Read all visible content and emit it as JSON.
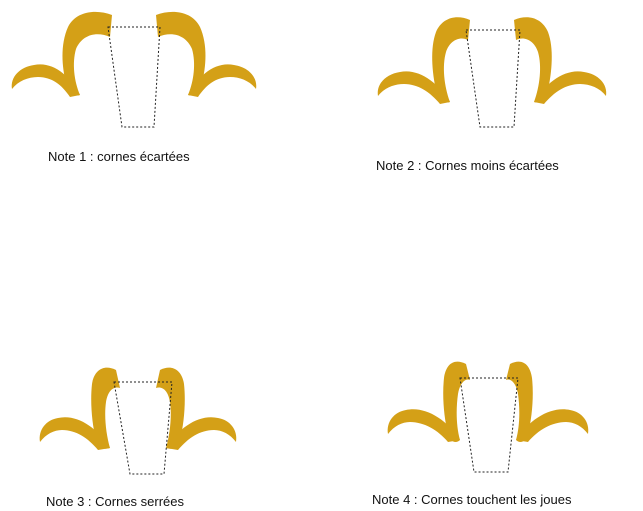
{
  "colors": {
    "horn": "#d4a017",
    "face_outline": "#222222",
    "text": "#111111"
  },
  "figures": [
    {
      "caption": "Note 1 : cornes écartées"
    },
    {
      "caption": "Note 2 : Cornes moins écartées"
    },
    {
      "caption": "Note 3 : Cornes serrées"
    },
    {
      "caption": "Note 4 : Cornes touchent les joues"
    }
  ]
}
